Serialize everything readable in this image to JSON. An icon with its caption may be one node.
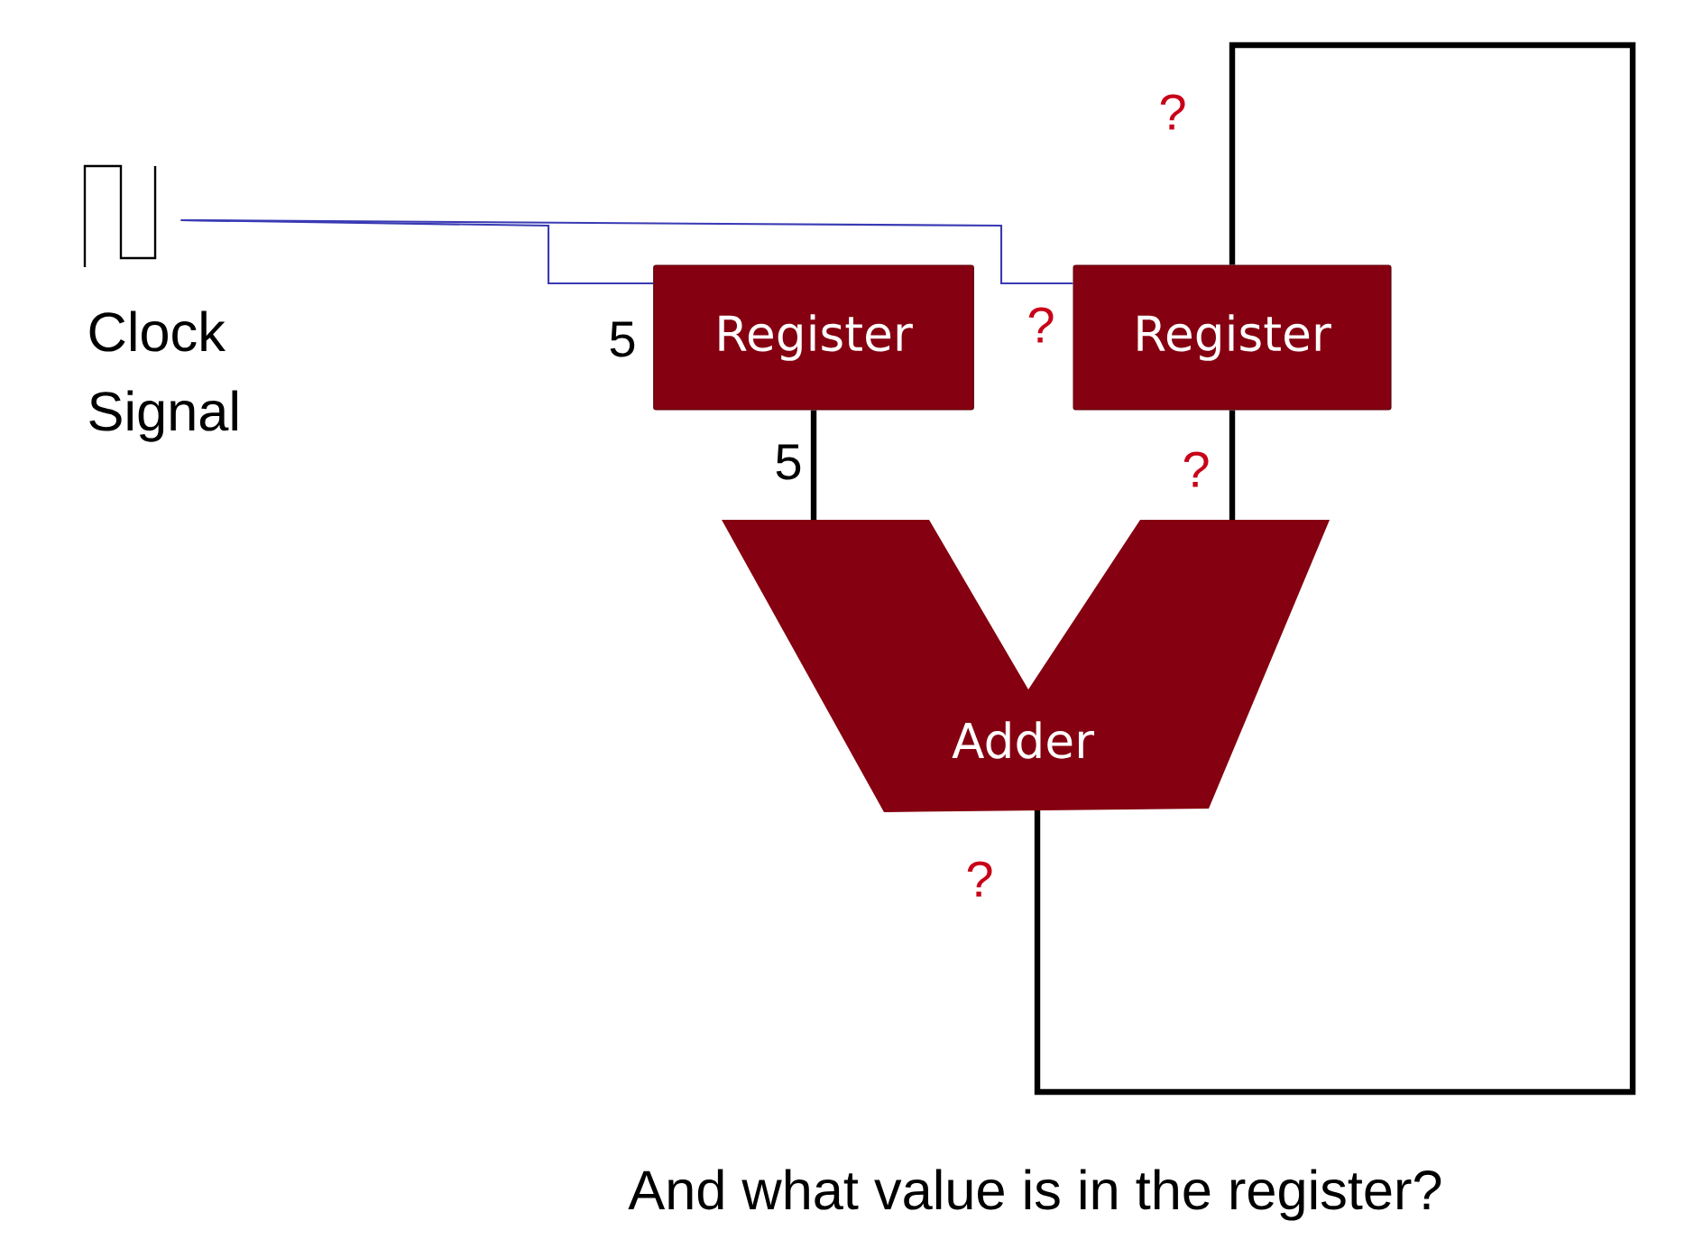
{
  "diagram": {
    "caption": "And what value is in the register?",
    "nodes": [
      {
        "text": [],
        "shape": "picture",
        "beside": [
          "Clock Signal"
        ]
      },
      {
        "text": [
          "Register"
        ]
      },
      {
        "text": [
          "Register"
        ]
      },
      {
        "text": [
          "Adder"
        ]
      }
    ],
    "edges": [
      {
        "from": 0,
        "to": 1,
        "arrow": "none",
        "color": "#3a3ab4"
      },
      {
        "from": 0,
        "to": 2,
        "arrow": "none",
        "color": "#3a3ab4"
      },
      {
        "from": 1,
        "to": 3,
        "arrow": "none",
        "label": "5"
      },
      {
        "from": 2,
        "to": 3,
        "arrow": "none",
        "label": "?"
      },
      {
        "from": 3,
        "to": 2,
        "arrow": "none",
        "label": "?"
      }
    ],
    "labels": [
      "?",
      "?",
      "5"
    ]
  }
}
